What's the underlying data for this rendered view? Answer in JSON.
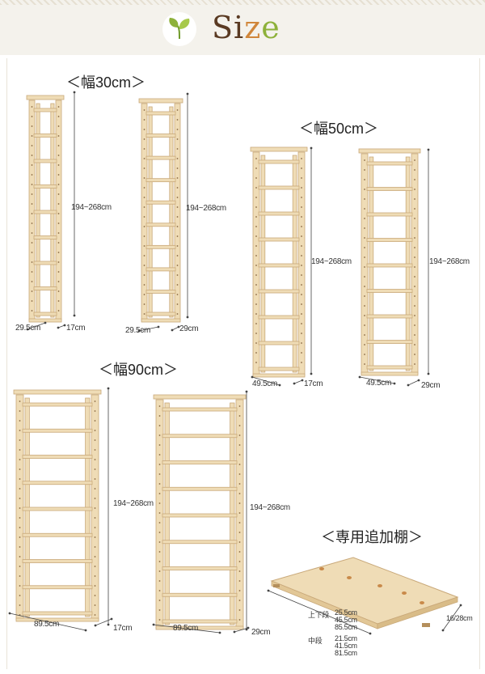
{
  "header": {
    "title_s": "S",
    "title_i": "i",
    "title_z": "z",
    "title_e": "e",
    "icon": "leaf-sprout-icon"
  },
  "categories": {
    "w30": "＜幅30cm＞",
    "w50": "＜幅50cm＞",
    "w90": "＜幅90cm＞",
    "extra": "＜専用追加棚＞"
  },
  "dimensions": {
    "height": "194~268cm",
    "w30": "29.5cm",
    "w50": "49.5cm",
    "w90": "89.5cm",
    "d17": "17cm",
    "d29": "29cm",
    "shelf_depth": "16/28cm"
  },
  "extra_shelf": {
    "upper_label": "上下段",
    "upper_sizes": [
      "25.5cm",
      "45.5cm",
      "85.5cm"
    ],
    "middle_label": "中段",
    "middle_sizes": [
      "21.5cm",
      "41.5cm",
      "81.5cm"
    ]
  },
  "colors": {
    "wood": "#efdcb6",
    "wood_edge": "#c9a97a",
    "line": "#444444",
    "accent_brown": "#5a3a22",
    "accent_orange": "#d0863a",
    "accent_green": "#8db13a"
  }
}
